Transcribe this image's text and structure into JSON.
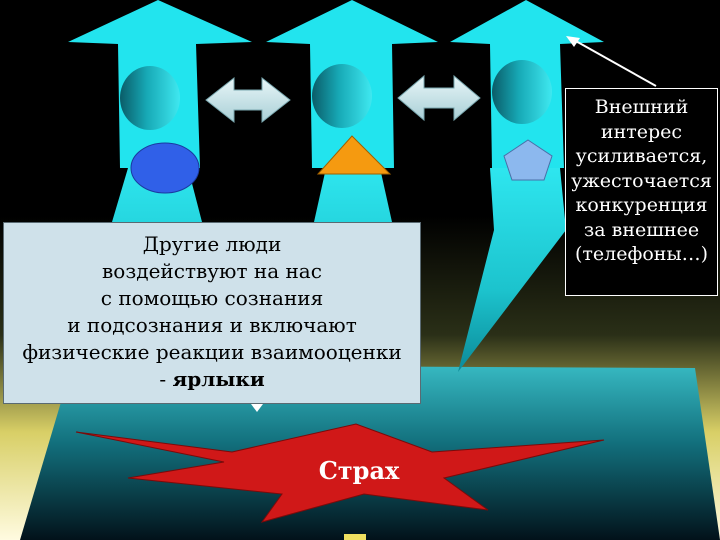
{
  "left_box": {
    "lines": [
      "Другие люди",
      "воздействуют на нас",
      "с помощью сознания",
      "и подсознания и включают",
      "физические реакции взаимооценки"
    ],
    "last_line_prefix": "- ",
    "last_line_bold": "ярлыки"
  },
  "right_box": {
    "lines": [
      "Внешний",
      "интерес",
      "усиливается,",
      "ужесточается",
      "конкуренция",
      "за внешнее",
      "(телефоны…)"
    ]
  },
  "fear": {
    "label": "Страх"
  },
  "colors": {
    "figure": "#22e4ee",
    "arrow": "#cde6ea",
    "circle": "#3060e8",
    "triangle": "#f59a10",
    "pentagon": "#8cb8ee",
    "star": "#d01818"
  }
}
